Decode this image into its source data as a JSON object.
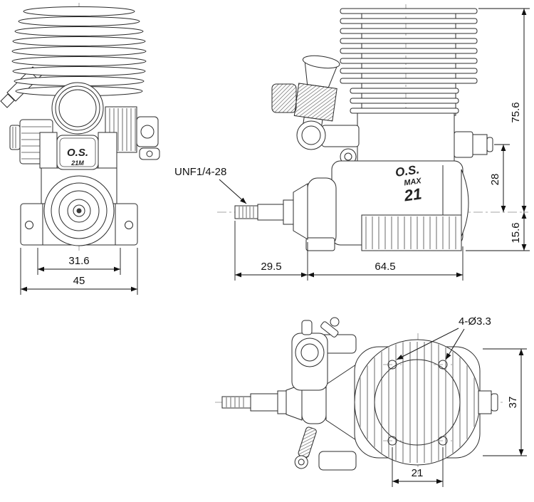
{
  "meta": {
    "title": "O.S. MAX 21 engine dimensional drawing (three views)"
  },
  "labels": {
    "thread": "UNF1/4-28",
    "holes": "4-Ø3.3"
  },
  "front_view": {
    "dim_inner_width": "31.6",
    "dim_overall_width": "45"
  },
  "side_view": {
    "dim_overall_height": "75.6",
    "dim_exhaust_to_crank": "28",
    "dim_crank_to_base": "15.6",
    "dim_shaft_length": "29.5",
    "dim_case_length": "64.5"
  },
  "top_view": {
    "dim_case_width": "37",
    "dim_hole_spacing": "21"
  },
  "branding": {
    "front_logo": "O.S.",
    "front_model": "21M",
    "side_logo": "O.S.",
    "side_series": "MAX",
    "side_number": "21"
  }
}
